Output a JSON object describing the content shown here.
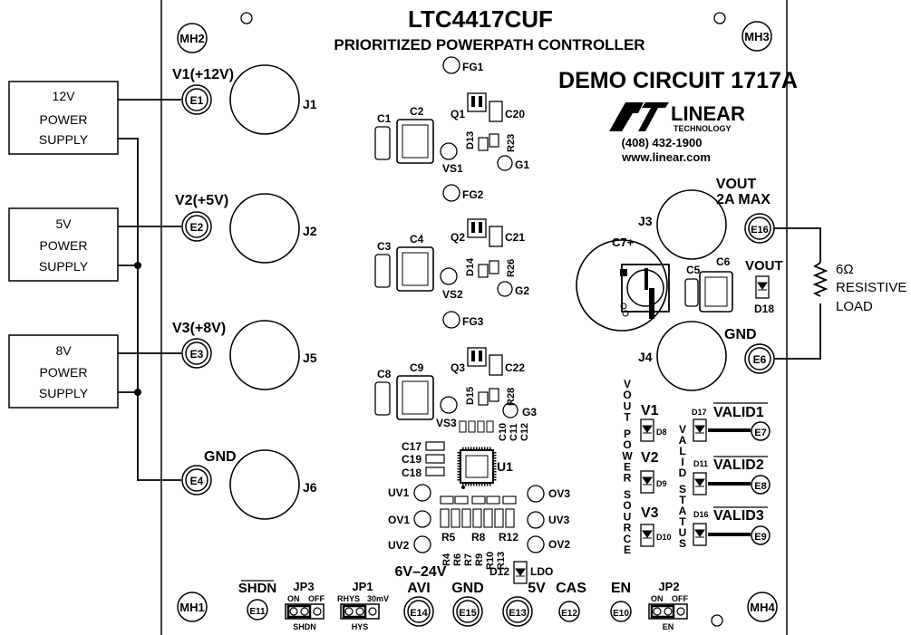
{
  "board": {
    "part": "LTC4417CUF",
    "subtitle": "PRIORITIZED POWERPATH CONTROLLER",
    "demo": "DEMO CIRCUIT 1717A",
    "phone": "(408) 432-1900",
    "web": "www.linear.com",
    "logo_text": "LINEAR",
    "logo_sub": "TECHNOLOGY"
  },
  "supplies": [
    {
      "line1": "12V",
      "line2": "POWER",
      "line3": "SUPPLY"
    },
    {
      "line1": "5V",
      "line2": "POWER",
      "line3": "SUPPLY"
    },
    {
      "line1": "8V",
      "line2": "POWER",
      "line3": "SUPPLY"
    }
  ],
  "load": {
    "line1": "6Ω",
    "line2": "RESISTIVE",
    "line3": "LOAD"
  },
  "mounting": [
    "MH1",
    "MH2",
    "MH3",
    "MH4"
  ],
  "inputs": [
    {
      "label": "V1(+12V)",
      "term": "E1",
      "jack": "J1"
    },
    {
      "label": "V2(+5V)",
      "term": "E2",
      "jack": "J2"
    },
    {
      "label": "V3(+8V)",
      "term": "E3",
      "jack": "J5"
    },
    {
      "label": "GND",
      "term": "E4",
      "jack": "J6"
    }
  ],
  "outputs": {
    "vout_label": "VOUT",
    "vout_max": "2A MAX",
    "vout_term": "E16",
    "vout_jack": "J3",
    "gnd_label": "GND",
    "gnd_term": "E6",
    "gnd_jack": "J4",
    "led_label": "VOUT",
    "led_ref": "D18",
    "cap": "C7+",
    "c5": "C5",
    "c6": "C6"
  },
  "channels": [
    {
      "fg": "FG1",
      "q": "Q1",
      "c_small": "C1",
      "c_big": "C2",
      "c_out": "C20",
      "d": "D13",
      "r": "R23",
      "vs": "VS1",
      "g": "G1"
    },
    {
      "fg": "FG2",
      "q": "Q2",
      "c_small": "C3",
      "c_big": "C4",
      "c_out": "C21",
      "d": "D14",
      "r": "R26",
      "vs": "VS2",
      "g": "G2"
    },
    {
      "fg": "FG3",
      "q": "Q3",
      "c_small": "C8",
      "c_big": "C9",
      "c_out": "C22",
      "d": "D15",
      "r": "R28",
      "vs": "VS3",
      "g": "G3"
    }
  ],
  "ic": {
    "ref": "U1",
    "caps": [
      "C17",
      "C19",
      "C18"
    ],
    "caps2": [
      "C10",
      "C11",
      "C12"
    ]
  },
  "testpoints_left": [
    "UV1",
    "OV1",
    "UV2"
  ],
  "testpoints_right": [
    "OV3",
    "UV3",
    "OV2"
  ],
  "resistors": [
    "R5",
    "R8",
    "R12",
    "R4",
    "R6",
    "R7",
    "R9",
    "R10",
    "R13"
  ],
  "ldo": {
    "d": "D12",
    "label": "LDO"
  },
  "status": {
    "power_source": "VOUT POWER SOURCE",
    "valid_status": "VALID STATUS",
    "rows": [
      {
        "v": "V1",
        "d": "D8",
        "ds": "D17",
        "valid": "VALID1",
        "term": "E7"
      },
      {
        "v": "V2",
        "d": "D9",
        "ds": "D11",
        "valid": "VALID2",
        "term": "E8"
      },
      {
        "v": "V3",
        "d": "D10",
        "ds": "D16",
        "valid": "VALID3",
        "term": "E9"
      }
    ]
  },
  "bottom": {
    "shdn": "SHDN",
    "shdn_term": "E11",
    "jp3": "JP3",
    "jp3_on": "ON",
    "jp3_off": "OFF",
    "jp3_under": "SHDN",
    "jp1": "JP1",
    "jp1_a": "RHYS",
    "jp1_b": "30mV",
    "jp1_under": "HYS",
    "avi_range": "6V–24V",
    "avi": "AVI",
    "avi_term": "E14",
    "gnd": "GND",
    "gnd_term": "E15",
    "v5": "5V",
    "v5_term": "E13",
    "cas": "CAS",
    "cas_term": "E12",
    "en": "EN",
    "en_term": "E10",
    "jp2": "JP2",
    "jp2_on": "ON",
    "jp2_off": "OFF",
    "jp2_under": "EN"
  }
}
